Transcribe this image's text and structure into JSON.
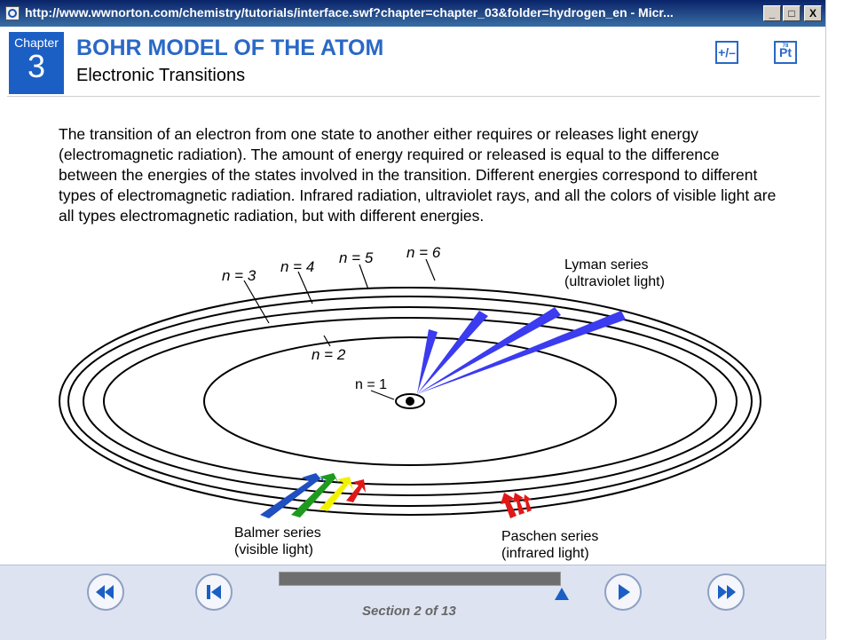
{
  "window": {
    "title": "http://www.wwnorton.com/chemistry/tutorials/interface.swf?chapter=chapter_03&folder=hydrogen_en - Micr...",
    "buttons": [
      "_",
      "□",
      "X"
    ]
  },
  "header": {
    "chapter_label": "Chapter",
    "chapter_number": "3",
    "title": "BOHR MODEL OF THE ATOM",
    "subtitle": "Electronic Transitions",
    "calculator_icon": "plus-minus-calculator-icon",
    "periodic_icon_number": "78",
    "periodic_icon_symbol": "Pt",
    "accent_color": "#1b5fc4"
  },
  "body": {
    "paragraph": "The transition of an electron from one state to another either requires or releases light energy (electromagnetic radiation).  The amount of energy required or released is equal to the difference between the energies of the states involved in the transition. Different energies correspond to different types of electromagnetic radiation. Infrared radiation, ultraviolet rays, and all the colors of visible light are all types electromagnetic radiation, but with different energies."
  },
  "diagram": {
    "levels": [
      "n = 1",
      "n = 2",
      "n = 3",
      "n = 4",
      "n = 5",
      "n = 6"
    ],
    "lyman_title": "Lyman series",
    "lyman_sub": "(ultraviolet light)",
    "balmer_title": "Balmer series",
    "balmer_sub": "(visible light)",
    "paschen_title": "Paschen series",
    "paschen_sub": "(infrared light)",
    "colors": {
      "uv": "#3b3bf0",
      "blue": "#1f4fc0",
      "green": "#1e9a1e",
      "yellow": "#f2f200",
      "red": "#e01818"
    }
  },
  "footer": {
    "progress_fraction": 2,
    "progress_total": 13,
    "section_text": "Section 2 of 13"
  }
}
